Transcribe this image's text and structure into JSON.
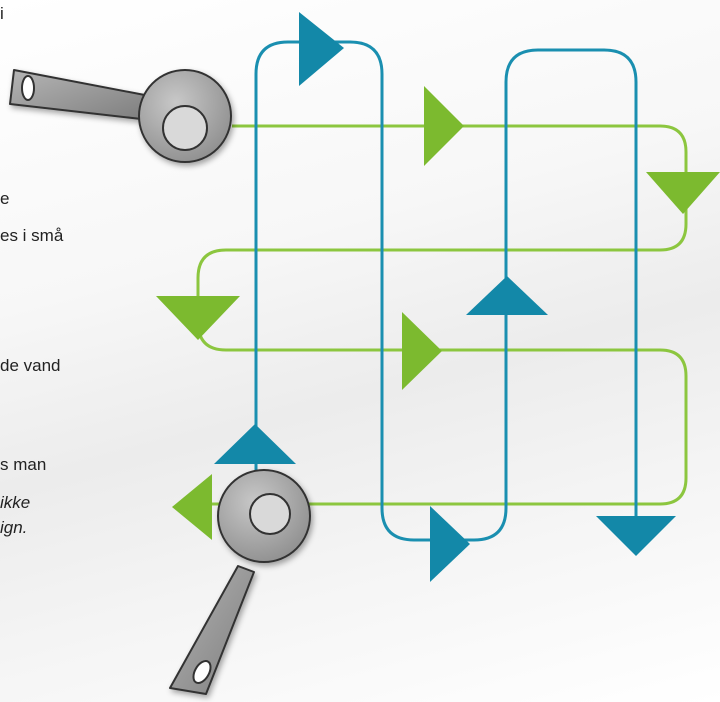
{
  "text_fragments": {
    "line1": "i",
    "line2": "e",
    "line3": "es i små",
    "line4": "de vand",
    "line5": "s man",
    "line6a": "ikke",
    "line6b": "ign."
  },
  "colors": {
    "green_pipe": "#8cc63f",
    "green_arrow": "#7cba2f",
    "blue_pipe": "#1a8fb0",
    "blue_arrow": "#1388a8",
    "valve_gray": "#a6a6a6",
    "valve_inner": "#d9d9d9",
    "outline": "#333333"
  },
  "icons": {
    "valve_top": "valve-top-icon",
    "valve_bottom": "valve-bottom-icon"
  }
}
